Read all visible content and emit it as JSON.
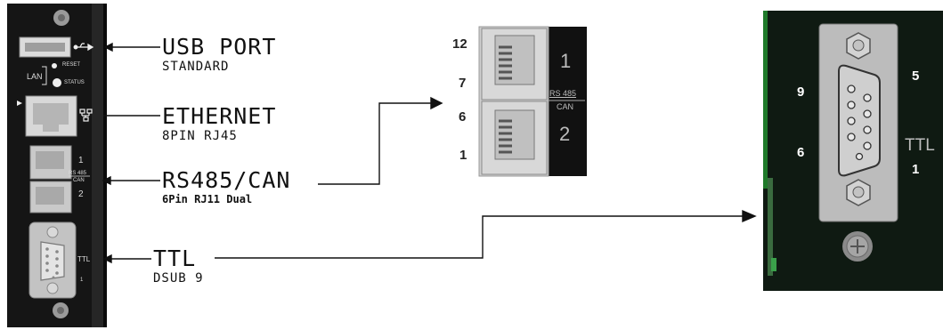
{
  "callouts": {
    "usb": {
      "title": "USB PORT",
      "subtitle": "STANDARD"
    },
    "ethernet": {
      "title": "ETHERNET",
      "subtitle": "8PIN RJ45"
    },
    "rs485": {
      "title": "RS485/CAN",
      "subtitle": "6Pin RJ11 Dual"
    },
    "ttl": {
      "title": "TTL",
      "subtitle": "DSUB 9"
    }
  },
  "device": {
    "lan_label": "LAN",
    "reset_label": "RESET",
    "status_label": "STATUS",
    "port_top": "1",
    "port_bottom": "2",
    "rs485_label": "RS 485",
    "can_label": "CAN",
    "ttl_label": "TTL",
    "ttl_pin": "1"
  },
  "rj11_detail": {
    "pin_12": "12",
    "pin_7": "7",
    "pin_6": "6",
    "pin_1": "1",
    "port_top": "1",
    "port_bottom": "2",
    "rs485_label": "RS 485",
    "can_label": "CAN"
  },
  "dsub_detail": {
    "pin_9": "9",
    "pin_6": "6",
    "pin_5": "5",
    "pin_1": "1",
    "ttl_label": "TTL"
  },
  "colors": {
    "panel": "#151515",
    "connector": "#bcbcbc",
    "board_green": "#1f7a2a"
  }
}
